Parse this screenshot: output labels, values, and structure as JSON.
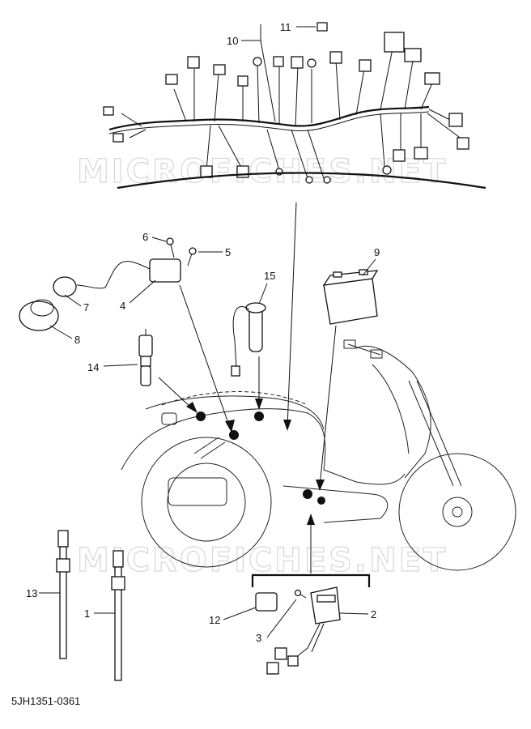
{
  "diagram_code": "5JH1351-0361",
  "watermark": "MICROFICHES.NET",
  "callouts": {
    "c1": "1",
    "c2": "2",
    "c3": "3",
    "c4": "4",
    "c5": "5",
    "c6": "6",
    "c7": "7",
    "c8": "8",
    "c9": "9",
    "c10": "10",
    "c11": "11",
    "c12": "12",
    "c13": "13",
    "c14": "14",
    "c15": "15"
  }
}
